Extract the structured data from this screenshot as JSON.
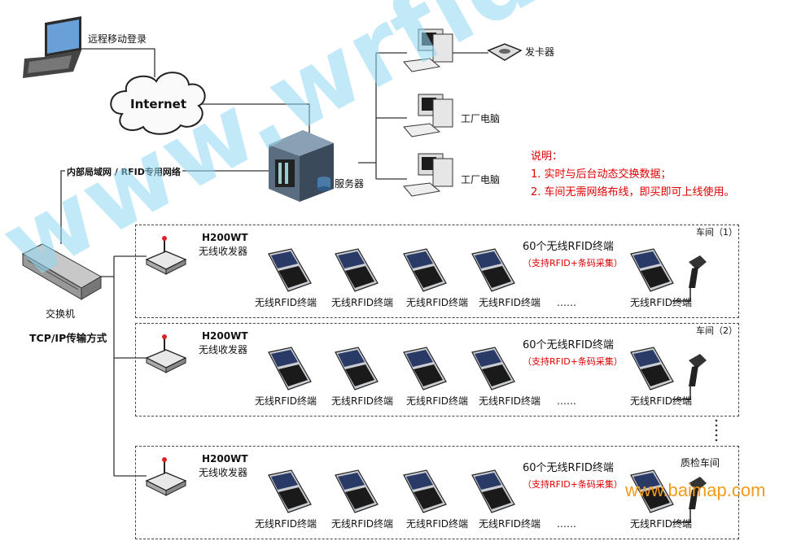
{
  "remote_login": "远程移动登录",
  "internet": "Internet",
  "lan_label": "内部局域网 / RFID专用网络",
  "server": "服务器",
  "card_issuer": "发卡器",
  "factory_pc_1": "工厂电脑",
  "factory_pc_2": "工厂电脑",
  "switch": "交换机",
  "transport": "TCP/IP传输方式",
  "notes": {
    "title": "说明：",
    "line1": "1. 实时与后台动态交换数据；",
    "line2": "2. 车间无需网络布线，即买即可上线使用。"
  },
  "workshops": [
    {
      "name": "车间（1）",
      "model": "H200WT",
      "transceiver": "无线收发器",
      "count_text": "60个无线RFID终端",
      "support_text": "（支持RFID+条码采集）",
      "terminal_label": "无线RFID终端",
      "ellipsis": "……"
    },
    {
      "name": "车间（2）",
      "model": "H200WT",
      "transceiver": "无线收发器",
      "count_text": "60个无线RFID终端",
      "support_text": "（支持RFID+条码采集）",
      "terminal_label": "无线RFID终端",
      "ellipsis": "……"
    },
    {
      "name": "质检车间",
      "model": "H200WT",
      "transceiver": "无线收发器",
      "count_text": "60个无线RFID终端",
      "support_text": "（支持RFID+条码采集）",
      "terminal_label": "无线RFID终端",
      "ellipsis": "……"
    }
  ],
  "watermark": "www.wrfid.com.cn",
  "baimap": "www.baimap.com",
  "colors": {
    "watermark": "#8fd8f2",
    "note_red": "#e00000",
    "baimap_orange": "#f39a1a"
  }
}
